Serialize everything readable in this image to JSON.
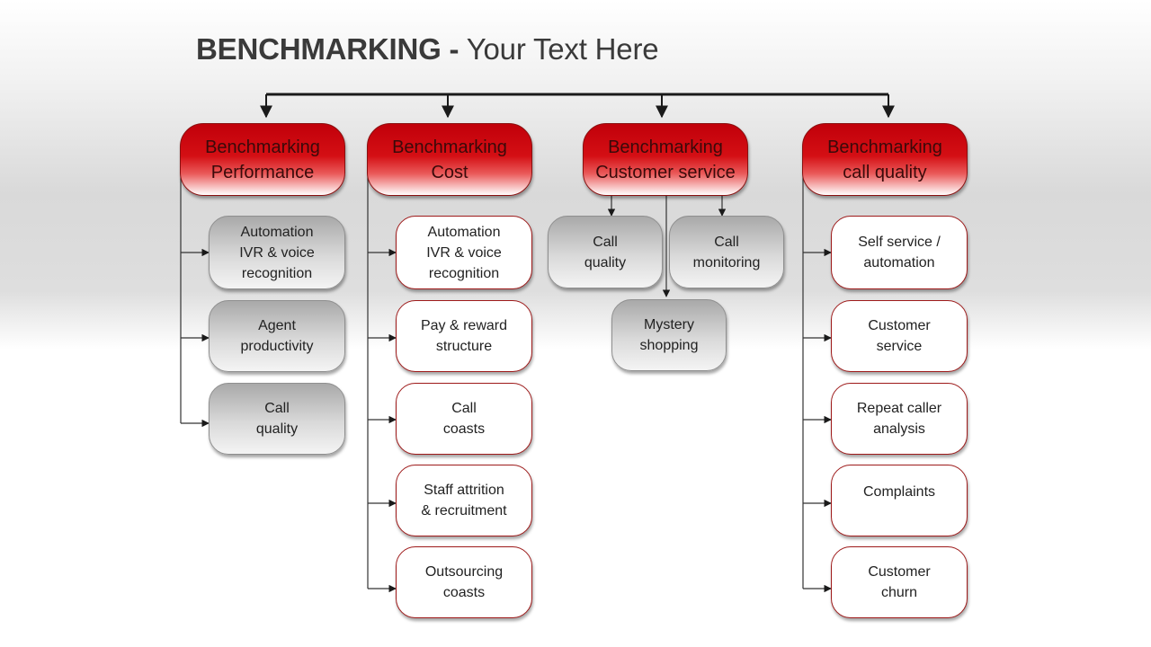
{
  "title": {
    "bold": "BENCHMARKING -",
    "rest": " Your Text Here"
  },
  "columns": [
    {
      "header": "Benchmarking\nPerformance",
      "items": [
        "Automation\nIVR & voice\nrecognition",
        "Agent\nproductivity",
        "Call\nquality"
      ]
    },
    {
      "header": "Benchmarking\nCost",
      "items": [
        "Automation\nIVR & voice\nrecognition",
        "Pay & reward\nstructure",
        "Call\ncoasts",
        "Staff attrition\n& recruitment",
        "Outsourcing\ncoasts"
      ]
    },
    {
      "header": "Benchmarking\nCustomer service",
      "items": [
        "Call\nquality",
        "Call\nmonitoring",
        "Mystery\nshopping"
      ]
    },
    {
      "header": "Benchmarking\ncall quality",
      "items": [
        "Self service /\nautomation",
        "Customer\nservice",
        "Repeat caller\nanalysis",
        "Complaints",
        "Customer\nchurn"
      ]
    }
  ]
}
